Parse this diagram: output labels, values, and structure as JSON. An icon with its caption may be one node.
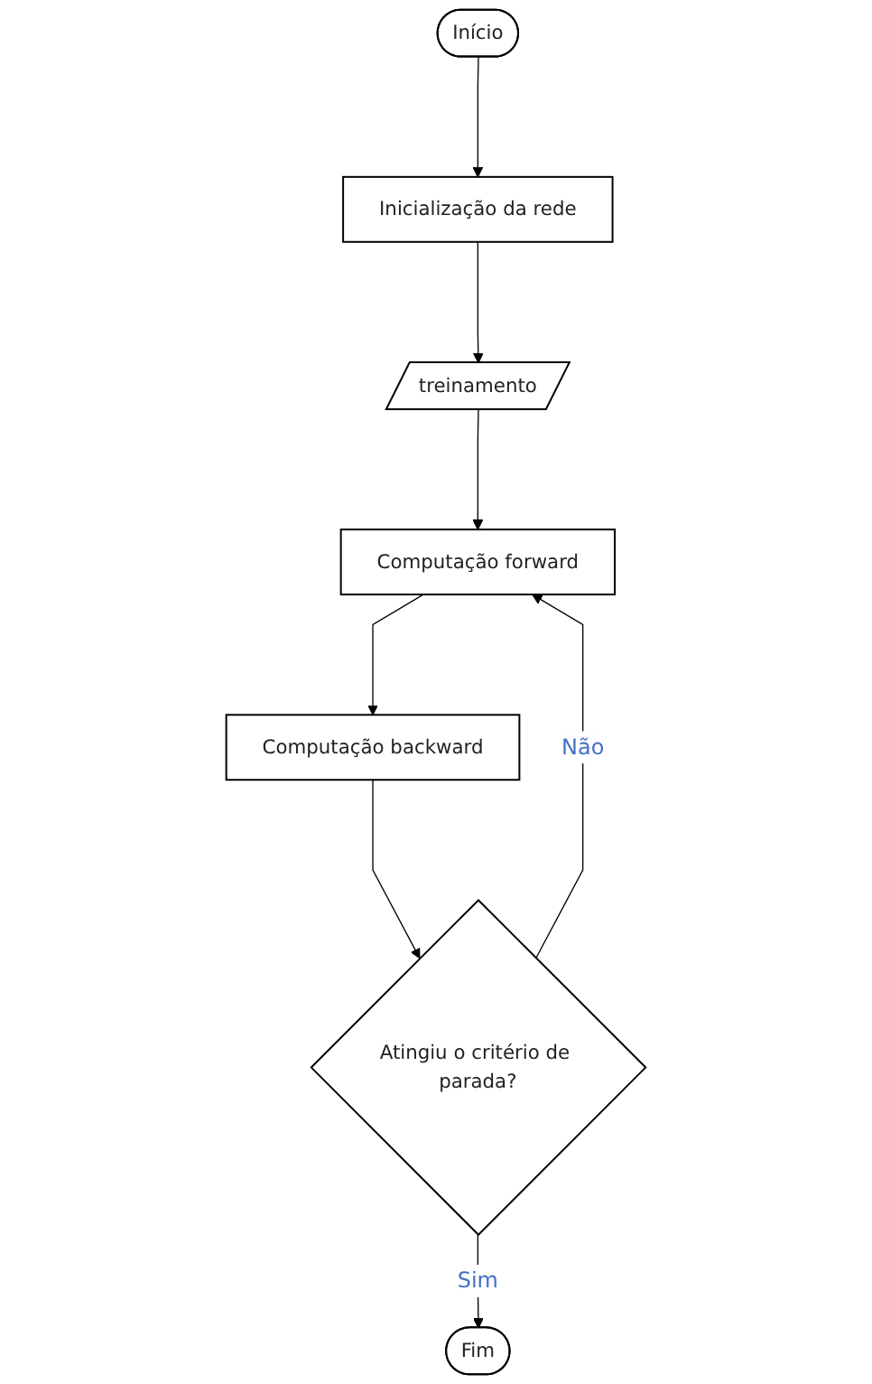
{
  "diagram": {
    "nodes": [
      {
        "text": [
          "Início"
        ]
      },
      {
        "text": [
          "Inicialização da rede"
        ]
      },
      {
        "text": [
          "treinamento"
        ]
      },
      {
        "text": [
          "Computação forward"
        ]
      },
      {
        "text": [
          "Computação backward"
        ]
      },
      {
        "text": [
          "Atingiu o critério de parada?"
        ]
      },
      {
        "text": [
          "Fim"
        ]
      }
    ],
    "edges": [
      {
        "from": 0,
        "to": 1,
        "arrow": "to"
      },
      {
        "from": 1,
        "to": 2,
        "arrow": "to"
      },
      {
        "from": 2,
        "to": 3,
        "arrow": "to"
      },
      {
        "from": 3,
        "to": 4,
        "arrow": "to"
      },
      {
        "from": 4,
        "to": 5,
        "arrow": "to"
      },
      {
        "from": 5,
        "to": 3,
        "label": "Não",
        "arrow": "to"
      },
      {
        "from": 5,
        "to": 6,
        "label": "Sim",
        "arrow": "to"
      }
    ]
  }
}
